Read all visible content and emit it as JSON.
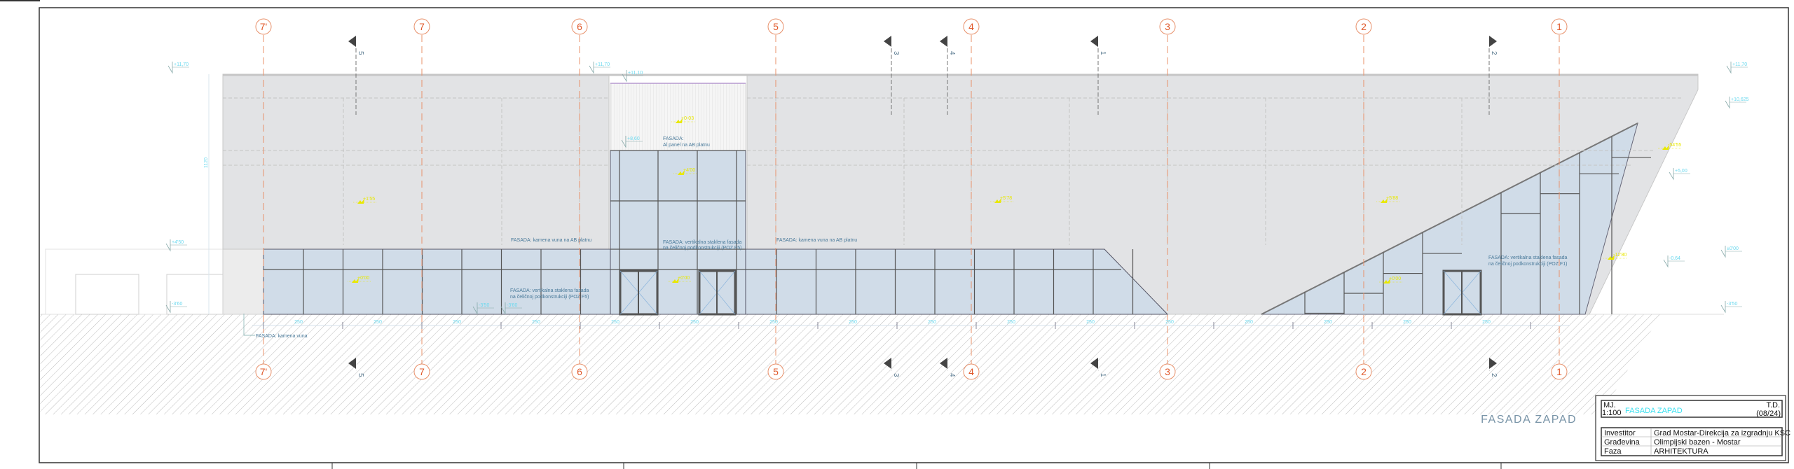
{
  "drawing": {
    "title": "FASADA ZAPAD",
    "grid_axes": [
      "7'",
      "7",
      "6",
      "5",
      "4",
      "3",
      "2",
      "1"
    ],
    "section_markers": [
      "5",
      "3",
      "4",
      "1",
      "2"
    ],
    "notes": {
      "stone_wool_1": "FASADA: kamena vuna na AB platnu",
      "stone_wool_2": "FASADA: kamena vuna na AB platnu",
      "tower_glass_l1": "FASADA: vertikalna staklena fasada",
      "tower_glass_l2": "na čeličnoj podkonstrukciji (POZ F5)",
      "low_glass_l1": "FASADA: vertikalna staklena fasada",
      "low_glass_l2": "na čeličnoj podkonstrukciji (POZ F5)",
      "al_panel_l1": "FASADA:",
      "al_panel_l2": "Al panel na AB platnu",
      "right_glass_l1": "FASADA: vertikalna staklena fasada",
      "right_glass_l2": "na čeličnoj podkonstrukciji (POZ F1)",
      "base_stone_wool": "FASADA: kamena vuna"
    },
    "elevations": {
      "left_top": "+11,70",
      "mid_top": "+11,70",
      "tower_top": "+11,10",
      "tower_glass_top": "+8,60",
      "right_top": "+11,70",
      "right_soffit": "+10,625",
      "right_mid": "+5,00",
      "left_band": "+4'50",
      "left_base": "-3'60",
      "base_a": "-3'50",
      "base_b": "-3'60",
      "right_a": "-0.64",
      "right_b": "±0'00",
      "right_base": "-3'50",
      "height_dim": "1120"
    },
    "spot_levels": {
      "s1": "+1'55",
      "s2": "+0-03",
      "s3": "+4'00",
      "s4": "+0'00",
      "s5": "+5'78",
      "s6": "+5'88",
      "s7": "+0'00",
      "s8": "-12'80",
      "s9": "-54'55",
      "s10": "+0'00"
    },
    "dimension_label": "250",
    "title_block": {
      "scale_label": "MJ.",
      "scale_value": "1:100",
      "sheet_title": "FASADA ZAPAD",
      "td_label": "T.D.",
      "td_value": "(08/24)",
      "rows": [
        {
          "label": "Investitor",
          "value": "Grad Mostar-Direkcija za izgradnju KSC"
        },
        {
          "label": "Građevina",
          "value": "Olimpijski bazen - Mostar"
        },
        {
          "label": "Faza",
          "value": "ARHITEKTURA"
        }
      ]
    },
    "colors": {
      "wall": "#e2e3e5",
      "glass": "#d0dce8",
      "axis": "#e0582a",
      "elevation": "#6ad8ee",
      "spot": "#e8e800"
    }
  }
}
